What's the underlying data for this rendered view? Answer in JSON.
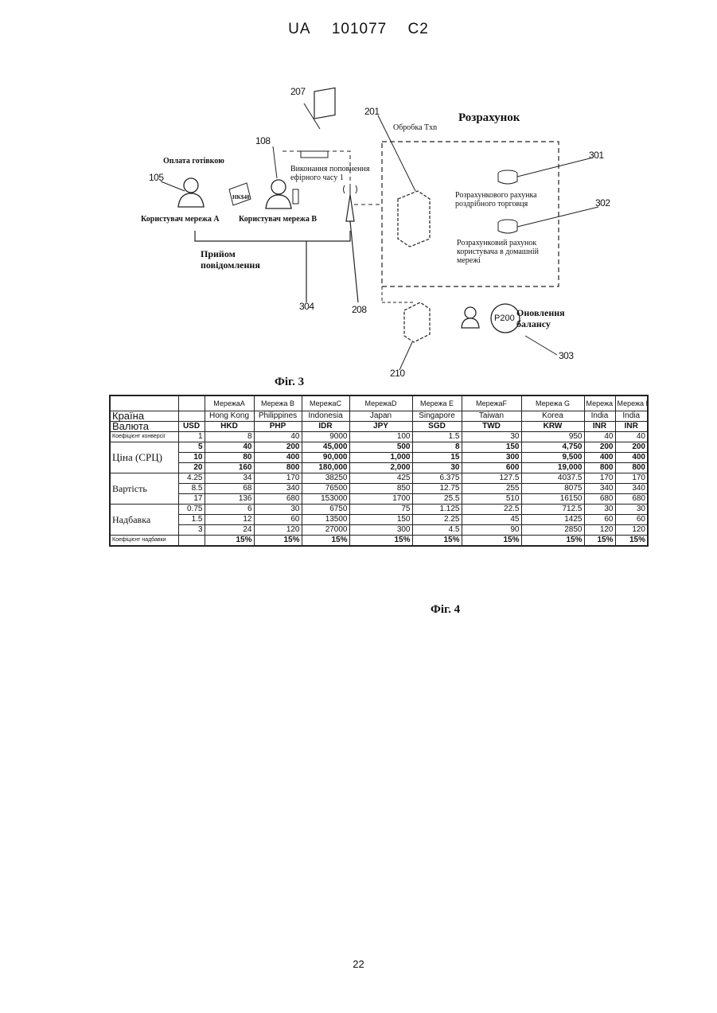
{
  "header": {
    "left": "UA",
    "number": "101077",
    "kind": "C2"
  },
  "fig3": {
    "labels": {
      "n207": "207",
      "n201": "201",
      "n108": "108",
      "n105": "105",
      "n301": "301",
      "n302": "302",
      "n304": "304",
      "n208": "208",
      "n210": "210",
      "n303": "303",
      "cash_payment": "Оплата готівкою",
      "txn_processing": "Обробка Txn",
      "settlement": "Розрахунок",
      "airtime_topup": "Виконання поповнення ефірного часу 1",
      "retail_account": "Розрахункового рахунка роздрібного торговця",
      "user_account": "Розрахунковий рахунок користувача в домашній мережі",
      "user_net_a": "Користувач мережа А",
      "user_net_b": "Користувач мережа В",
      "hk_note": "HK$40",
      "msg_receive": "Прийом повідомлення",
      "balance_update": "Оновлення балансу",
      "p200": "P200"
    },
    "caption": "Фіг. 3"
  },
  "fig4": {
    "caption": "Фіг. 4",
    "networks": [
      "МережаA",
      "Мережа B",
      "МережаC",
      "МережаD",
      "Мережа E",
      "МережаF",
      "Мережа G",
      "Мережа H",
      "Мережа I"
    ],
    "country_label": "Країна",
    "countries": [
      "",
      "Hong Kong",
      "Philippines",
      "Indonesia",
      "Japan",
      "Singapore",
      "Taiwan",
      "Korea",
      "India",
      "India"
    ],
    "currency_label": "Валюта",
    "currencies": [
      "USD",
      "HKD",
      "PHP",
      "IDR",
      "JPY",
      "SGD",
      "TWD",
      "KRW",
      "INR",
      "INR"
    ],
    "conversion_label": "Коефіцієнт конверсії",
    "conversion": [
      "1",
      "8",
      "40",
      "9000",
      "100",
      "1.5",
      "30",
      "950",
      "40",
      "40"
    ],
    "price_label": "Ціна (СРЦ)",
    "price": [
      [
        "5",
        "40",
        "200",
        "45,000",
        "500",
        "8",
        "150",
        "4,750",
        "200",
        "200"
      ],
      [
        "10",
        "80",
        "400",
        "90,000",
        "1,000",
        "15",
        "300",
        "9,500",
        "400",
        "400"
      ],
      [
        "20",
        "160",
        "800",
        "180,000",
        "2,000",
        "30",
        "600",
        "19,000",
        "800",
        "800"
      ]
    ],
    "cost_label": "Вартість",
    "cost": [
      [
        "4.25",
        "34",
        "170",
        "38250",
        "425",
        "6.375",
        "127.5",
        "4037.5",
        "170",
        "170"
      ],
      [
        "8.5",
        "68",
        "340",
        "76500",
        "850",
        "12.75",
        "255",
        "8075",
        "340",
        "340"
      ],
      [
        "17",
        "136",
        "680",
        "153000",
        "1700",
        "25.5",
        "510",
        "16150",
        "680",
        "680"
      ]
    ],
    "markup_label": "Надбавка",
    "markup": [
      [
        "0.75",
        "6",
        "30",
        "6750",
        "75",
        "1.125",
        "22.5",
        "712.5",
        "30",
        "30"
      ],
      [
        "1.5",
        "12",
        "60",
        "13500",
        "150",
        "2.25",
        "45",
        "1425",
        "60",
        "60"
      ],
      [
        "3",
        "24",
        "120",
        "27000",
        "300",
        "4.5",
        "90",
        "2850",
        "120",
        "120"
      ]
    ],
    "markup_coef_label": "Коефіцієнт надбавки",
    "markup_coef": [
      "",
      "15%",
      "15%",
      "15%",
      "15%",
      "15%",
      "15%",
      "15%",
      "15%",
      "15%"
    ]
  },
  "page_number": "22"
}
